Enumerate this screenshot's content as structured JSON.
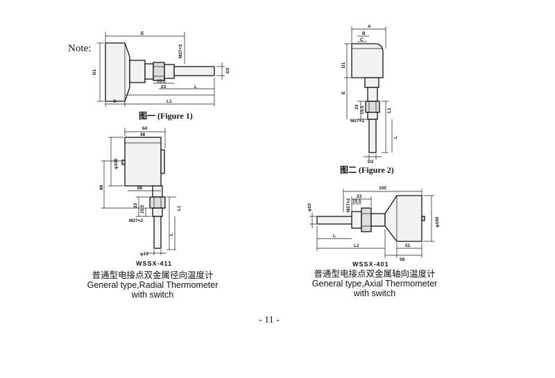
{
  "note_label": "Note:",
  "figure1": {
    "caption": "图一 (Figure 1)",
    "labels": {
      "E": "E",
      "D1": "D1",
      "D2": "D2",
      "thread": "M27×2",
      "dim_15_5": "15.5",
      "dim_23": "23",
      "L": "L",
      "L1": "L1",
      "C": "C"
    }
  },
  "figure2": {
    "caption": "图二 (Figure 2)",
    "labels": {
      "A": "A",
      "B": "B",
      "C": "C",
      "D1": "D1",
      "E": "E",
      "dim_23": "23",
      "dim_15_5": "15.5",
      "thread": "M27×2",
      "L1": "L1",
      "L": "L",
      "D2": "D2"
    }
  },
  "wssx411": {
    "model": "WSSX-411",
    "title_cn": "普通型电接点双金属径向温度计",
    "title_en_1": "General type,Radial Thermometer",
    "title_en_2": "with switch",
    "labels": {
      "dim_64": "64",
      "dim_48": "48",
      "dia_100": "φ100",
      "dim_86": "86",
      "dim_66": "66",
      "dim_23": "23",
      "dim_15_5": "15.5",
      "thread": "M27×2",
      "L1": "L1",
      "L": "L",
      "dia_10": "φ10"
    }
  },
  "wssx401": {
    "model": "WSSX-401",
    "title_cn": "普通型电接点双金属轴向温度计",
    "title_en_1": "General type,Axial Thermometer",
    "title_en_2": "with switch",
    "labels": {
      "dim_105": "105",
      "dim_23": "23",
      "dim_15_5": "15.5",
      "thread": "M27×2",
      "dia_10": "φ10",
      "dia_100": "φ100",
      "L": "L",
      "L1": "L1",
      "dim_51": "51",
      "dim_58": "58"
    }
  },
  "page_number": "- 11 -"
}
